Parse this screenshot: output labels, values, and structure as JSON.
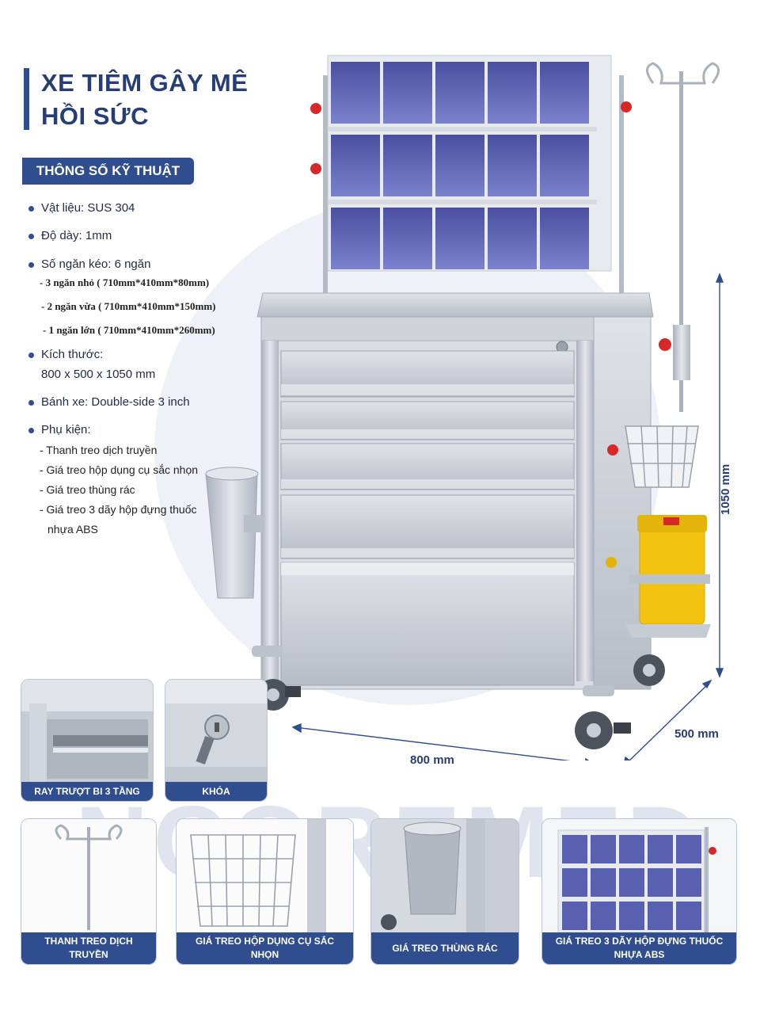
{
  "title_line1": "XE TIÊM GÂY MÊ",
  "title_line2": "HỒI SỨC",
  "spec_header": "THÔNG SỐ KỸ THUẬT",
  "specs": {
    "material": "Vật liệu: SUS 304",
    "thickness": "Độ dày: 1mm",
    "drawers": "Số ngăn kéo: 6 ngăn",
    "drawer_small": "- 3 ngăn nhỏ ( 710mm*410mm*80mm)",
    "drawer_medium": "- 2 ngăn vừa ( 710mm*410mm*150mm)",
    "drawer_large": "- 1 ngăn lớn ( 710mm*410mm*260mm)",
    "size_label": "Kích thước:",
    "size_value": "800 x 500 x 1050 mm",
    "wheels": "Bánh xe: Double-side 3 inch",
    "accessories_label": "Phụ kiện:",
    "accessories": [
      "- Thanh treo dịch truyền",
      "- Giá treo hộp dụng cụ sắc nhọn",
      "- Giá treo thùng rác",
      "- Giá treo 3 dãy hộp đựng thuốc",
      "nhựa ABS"
    ]
  },
  "dimensions": {
    "height": "1050 mm",
    "depth": "500 mm",
    "width": "800 mm"
  },
  "thumbnails": {
    "rail": "RAY TRƯỢT BI 3 TẦNG",
    "lock": "KHÓA",
    "iv_pole": "THANH TREO DỊCH TRUYỀN",
    "sharps": "GIÁ TREO HỘP DỤNG CỤ SẮC NHỌN",
    "trash": "GIÁ TREO THÙNG RÁC",
    "bins": "GIÁ TREO 3 DÃY HỘP ĐỰNG THUỐC NHỰA ABS"
  },
  "watermark": "NCOREMED",
  "colors": {
    "brand": "#2f4d8f",
    "steel": "#c9ced6",
    "bin_blue": "#5c64b5",
    "sharps_yellow": "#f2c40f",
    "knob_red": "#d62828"
  }
}
